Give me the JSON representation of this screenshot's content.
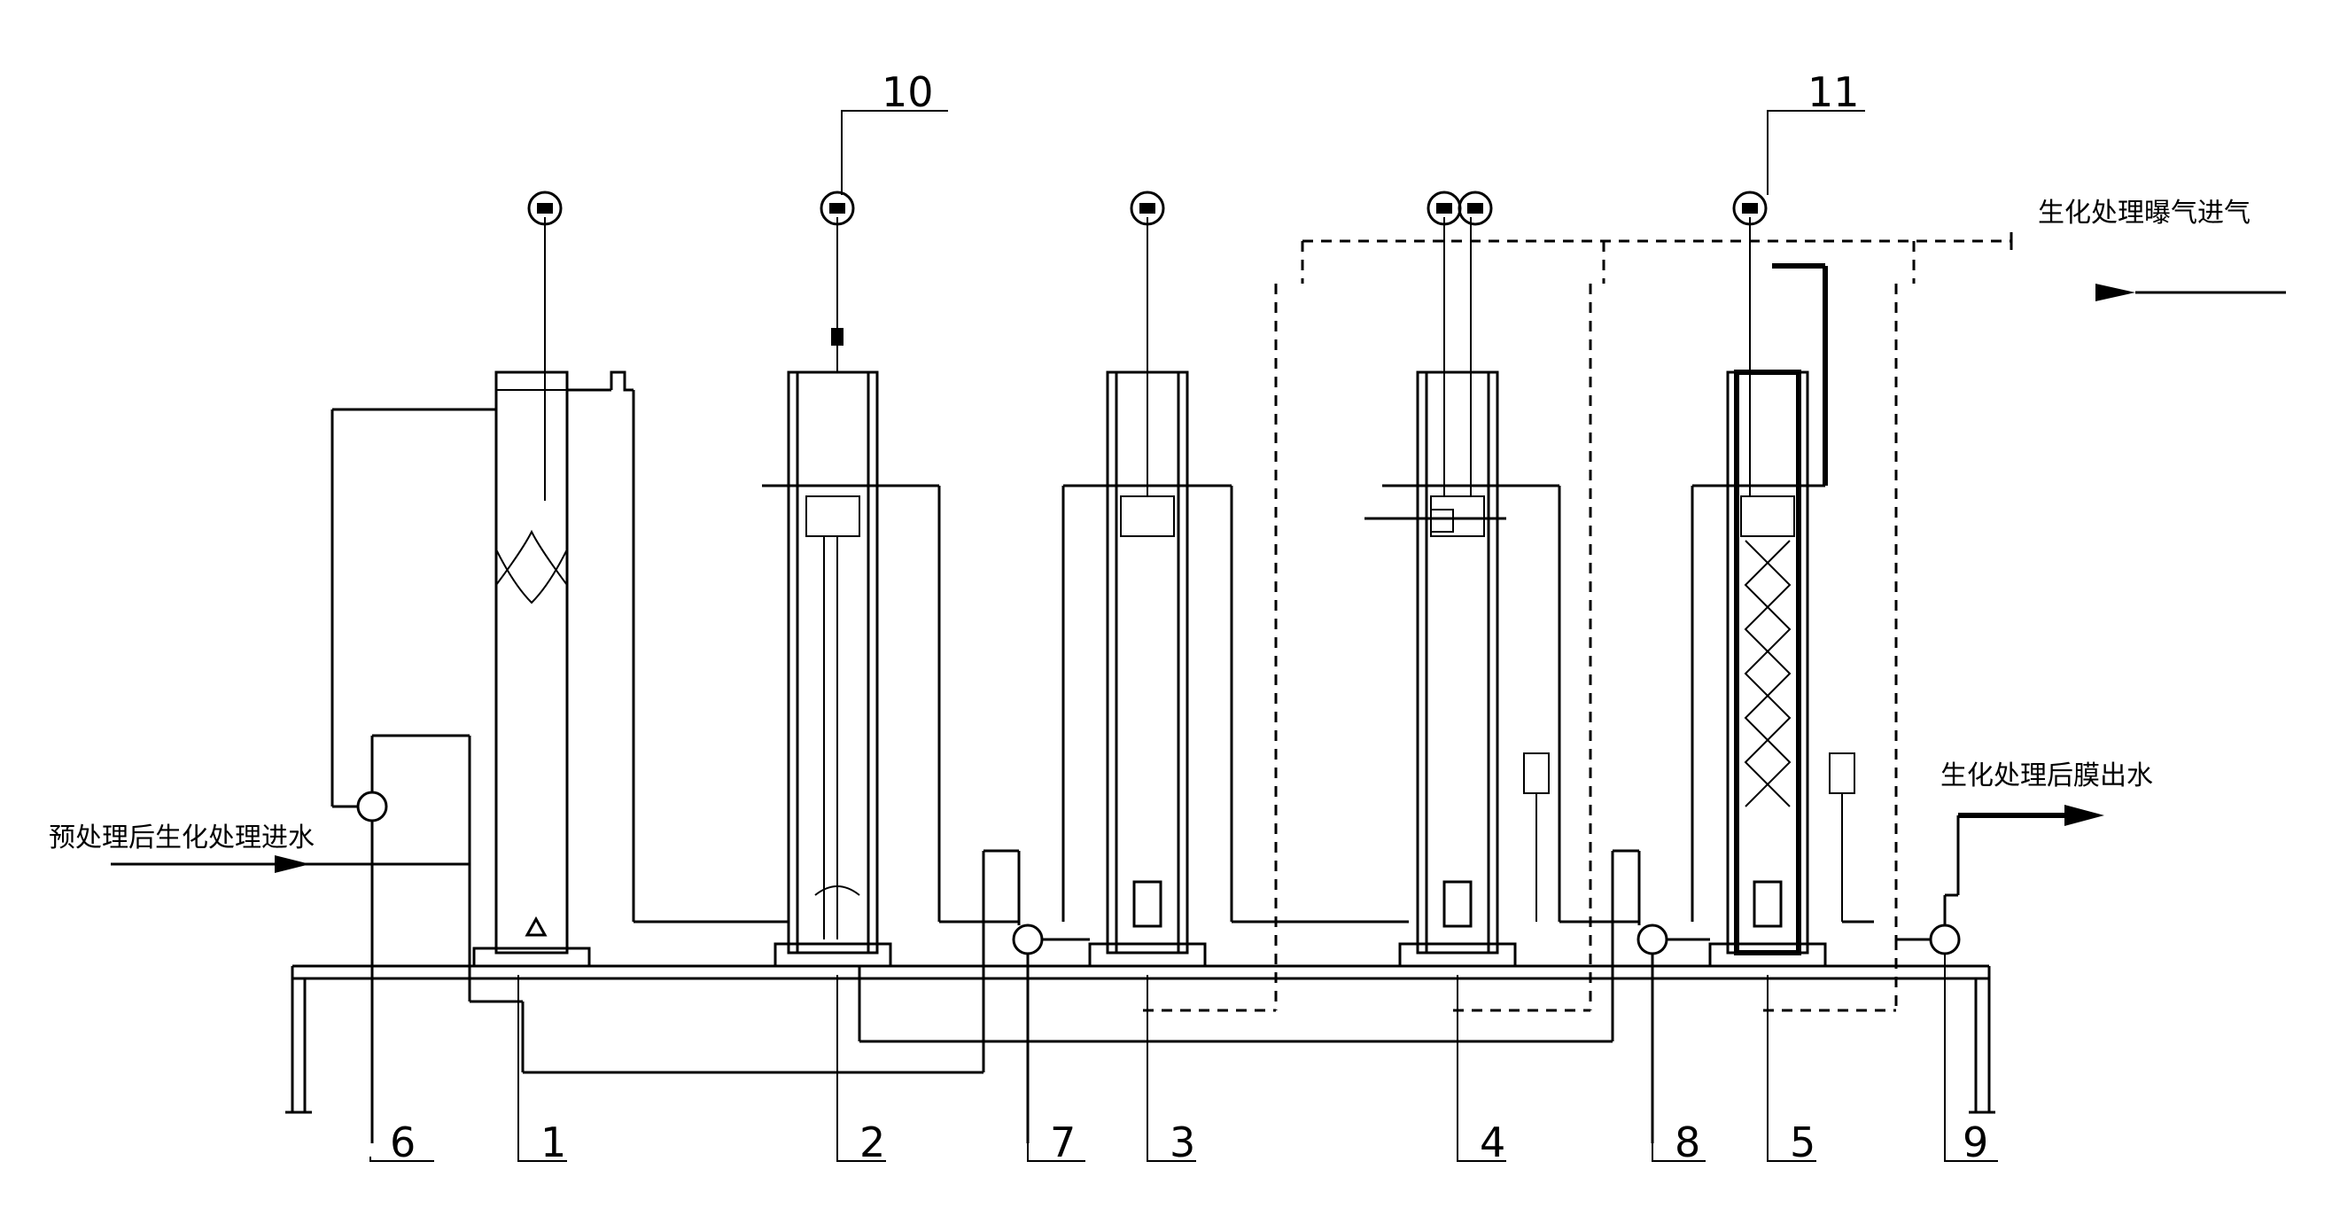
{
  "texts": {
    "inlet": "预处理后生化处理进水",
    "aeration": "生化处理曝气进气",
    "outlet": "生化处理后膜出水"
  },
  "labels": {
    "l1": "1",
    "l2": "2",
    "l3": "3",
    "l4": "4",
    "l5": "5",
    "l6": "6",
    "l7": "7",
    "l8": "8",
    "l9": "9",
    "l10": "10",
    "l11": "11"
  }
}
